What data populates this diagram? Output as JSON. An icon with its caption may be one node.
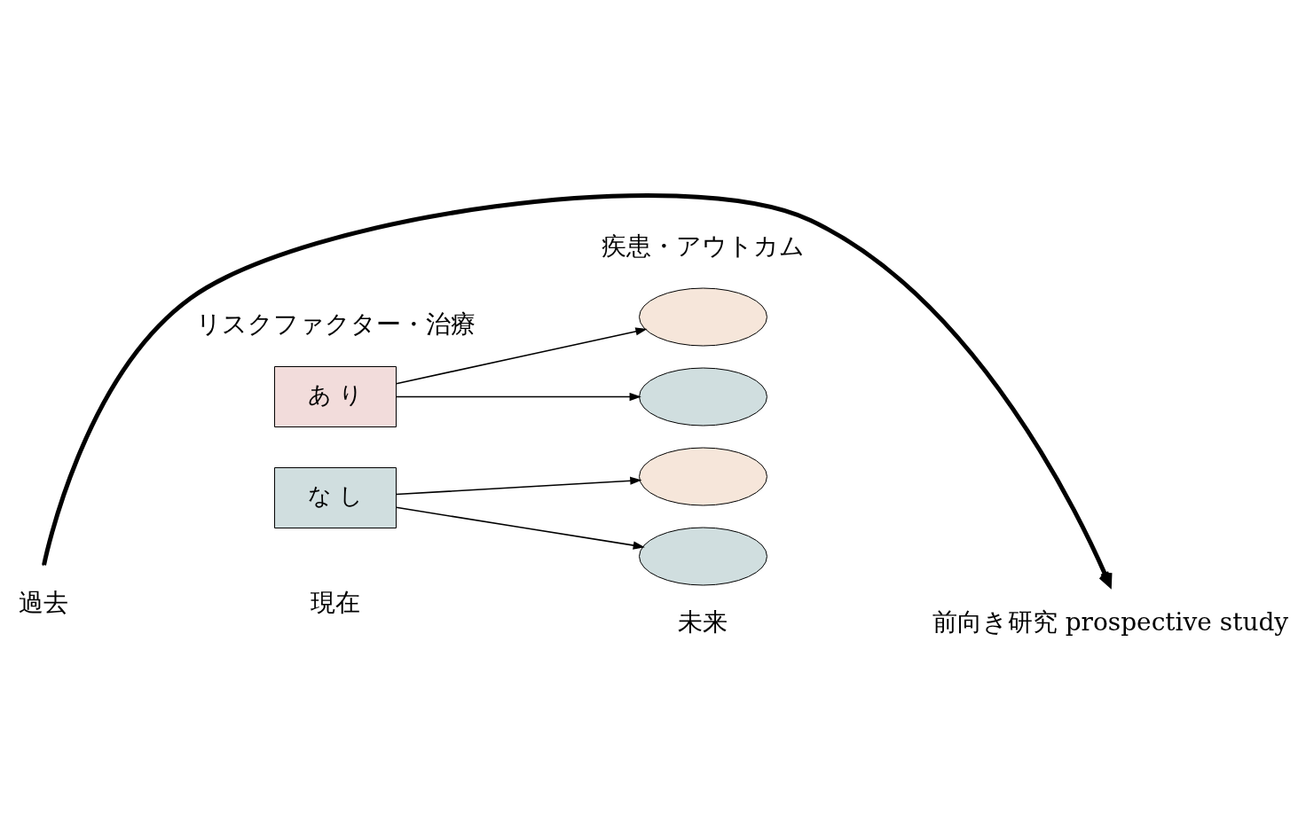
{
  "diagram": {
    "nodes": [
      {
        "text": [
          "あ り"
        ]
      },
      {
        "text": [
          "な し"
        ]
      },
      {
        "text": [],
        "shape": "ellipse"
      },
      {
        "text": [],
        "shape": "ellipse"
      },
      {
        "text": [],
        "shape": "ellipse"
      },
      {
        "text": [],
        "shape": "ellipse"
      }
    ],
    "edges": [
      {
        "from": 0,
        "to": 2,
        "arrow": "to"
      },
      {
        "from": 0,
        "to": 3,
        "arrow": "to"
      },
      {
        "from": 1,
        "to": 4,
        "arrow": "to"
      },
      {
        "from": 1,
        "to": 5,
        "arrow": "to"
      }
    ],
    "labels": [
      "疾患・アウトカム",
      "リスクファクター・治療",
      "過去",
      "現在",
      "未来",
      "前向き研究 prospective study"
    ]
  }
}
